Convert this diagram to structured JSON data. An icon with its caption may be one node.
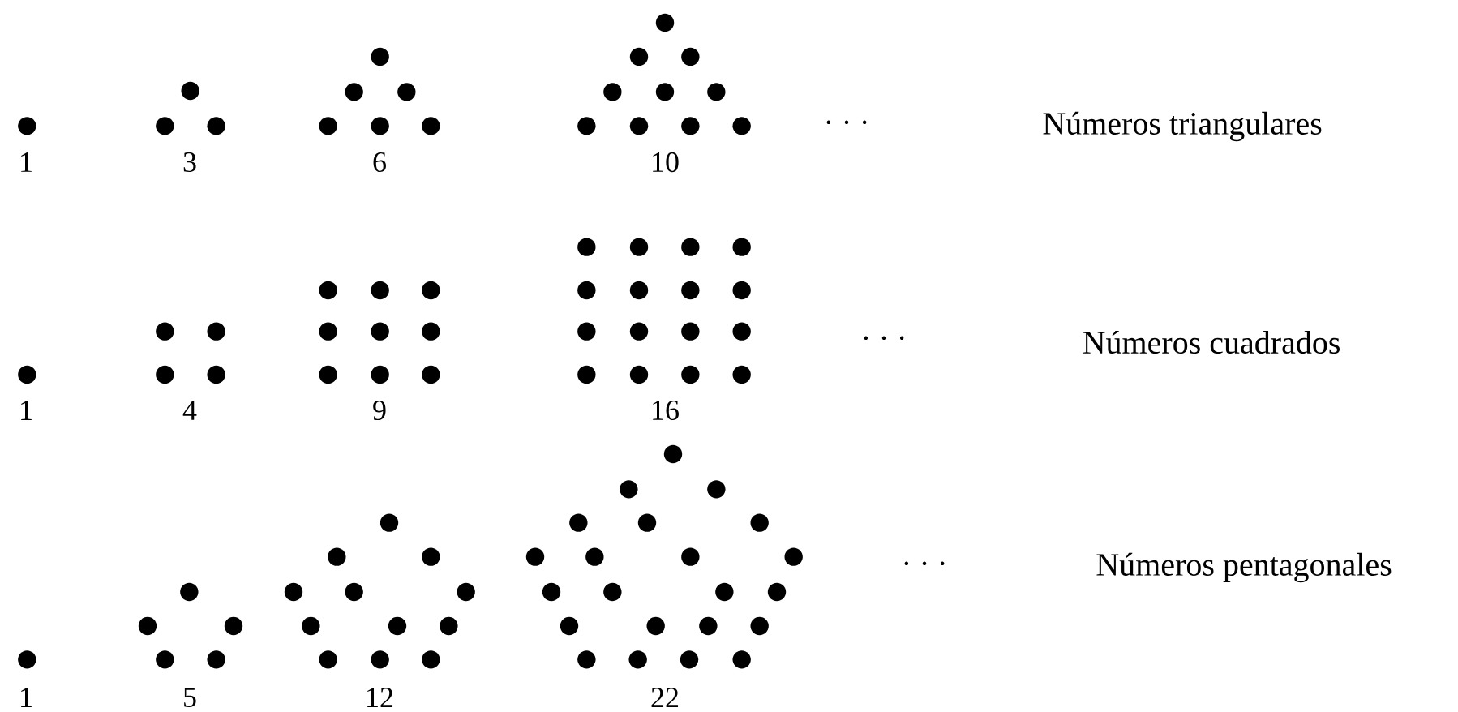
{
  "diagram": {
    "labels": [
      "· · ·",
      "Números triangulares",
      "1",
      "3",
      "6",
      "10",
      "· · ·",
      "Números cuadrados",
      "1",
      "4",
      "9",
      "16",
      "· · ·",
      "Números pentagonales",
      "1",
      "5",
      "12",
      "22"
    ]
  }
}
